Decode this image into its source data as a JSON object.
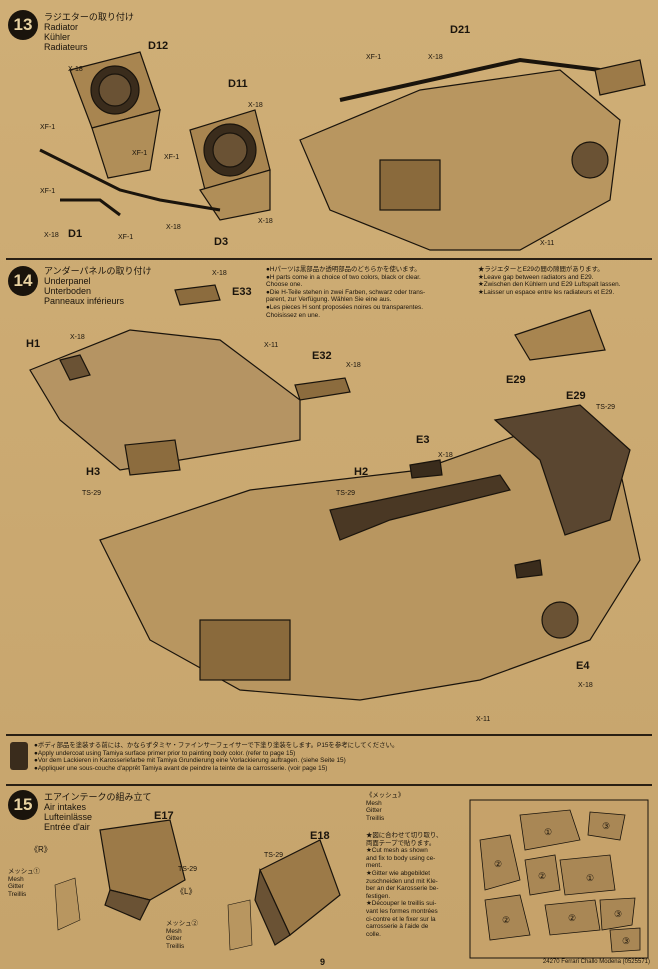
{
  "step13": {
    "number": "13",
    "title_jp": "ラジエターの取り付け",
    "title_en": "Radiator",
    "title_de": "Kühler",
    "title_fr": "Radiateurs",
    "parts": [
      "D12",
      "D11",
      "D21",
      "D1",
      "D3"
    ],
    "screws": [
      "X-18",
      "X-18",
      "X-18",
      "X-18",
      "X-18",
      "X-18",
      "XF-1",
      "XF-1",
      "XF-1",
      "XF-1",
      "XF-1",
      "XF-1",
      "X-11"
    ]
  },
  "step14": {
    "number": "14",
    "title_jp": "アンダーパネルの取り付け",
    "title_en": "Underpanel",
    "title_de": "Unterboden",
    "title_fr": "Panneaux inférieurs",
    "note_h": [
      "●Hパーツは黒部品か透明部品のどちらかを使います。",
      "●H parts come in a choice of two colors, black or clear.",
      "Choose one.",
      "●Die H-Teile stehen in zwei Farben, schwarz oder trans-",
      "parent, zur Verfügung. Wählen Sie eine aus.",
      "●Les pieces H sont proposées noires ou transparentes.",
      "Choisissez en une."
    ],
    "note_e29": [
      "★ラジエターとE29の間の隙間があります。",
      "★Leave gap between radiators and E29.",
      "★Zwischen den Kühlern und E29 Luftspalt lassen.",
      "★Laisser un espace entre les radiateurs et E29."
    ],
    "parts": [
      "E33",
      "H1",
      "E32",
      "H3",
      "E29",
      "E29",
      "E3",
      "H2",
      "E4"
    ],
    "screws": [
      "X-18",
      "X-18",
      "X-11",
      "X-18",
      "TS-29",
      "TS-29",
      "X-18",
      "TS-29",
      "X-18",
      "X-11"
    ]
  },
  "paint_note": [
    "●ボディ部品を塗装する前には、かならずタミヤ・ファインサーフェイサーで下塗り塗装をします。P15を参考にしてください。",
    "●Apply undercoat using Tamiya surface primer prior to painting body color. (refer to page 15)",
    "●Vor dem Lackieren in Karosseriefarbe mit Tamiya Grundierung eine Vorlackierung auftragen. (siehe Seite 15)",
    "●Appliquer une sous-couche d'apprêt Tamiya avant de peindre la teinte de la carrosserie. (voir page 15)"
  ],
  "step15": {
    "number": "15",
    "title_jp": "エアインテークの組み立て",
    "title_en": "Air intakes",
    "title_de": "Lufteinlässe",
    "title_fr": "Entrée d'air",
    "right_label": "《R》",
    "left_label": "《L》",
    "mesh_label": [
      "メッシュ①",
      "Mesh",
      "Gitter",
      "Treillis"
    ],
    "mesh_label2": [
      "メッシュ②",
      "Mesh",
      "Gitter",
      "Treillis"
    ],
    "parts": [
      "E17",
      "E18"
    ],
    "screws": [
      "TS-29",
      "TS-29"
    ],
    "mesh_box_title": [
      "《メッシュ》",
      "Mesh",
      "Gitter",
      "Treillis"
    ],
    "mesh_note": [
      "★図に合わせて切り取り、",
      "両面テープで貼ります。",
      "★Cut mesh as shown",
      "and fix to body using ce-",
      "ment.",
      "★Gitter wie abgebildet",
      "zuschneiden und mit Kle-",
      "ber an der Karosserie be-",
      "festigen.",
      "★Découper le treillis sui-",
      "vant les formes montrées",
      "ci-contre et le fixer sur la",
      "carrosserie à l'aide de",
      "colle."
    ],
    "mesh_pieces": [
      "①",
      "③",
      "②",
      "①",
      "②",
      "③",
      "②",
      "②",
      "③"
    ]
  },
  "footer": {
    "page": "9",
    "code": "24270 Ferrari Challo Modena (0525571)"
  }
}
